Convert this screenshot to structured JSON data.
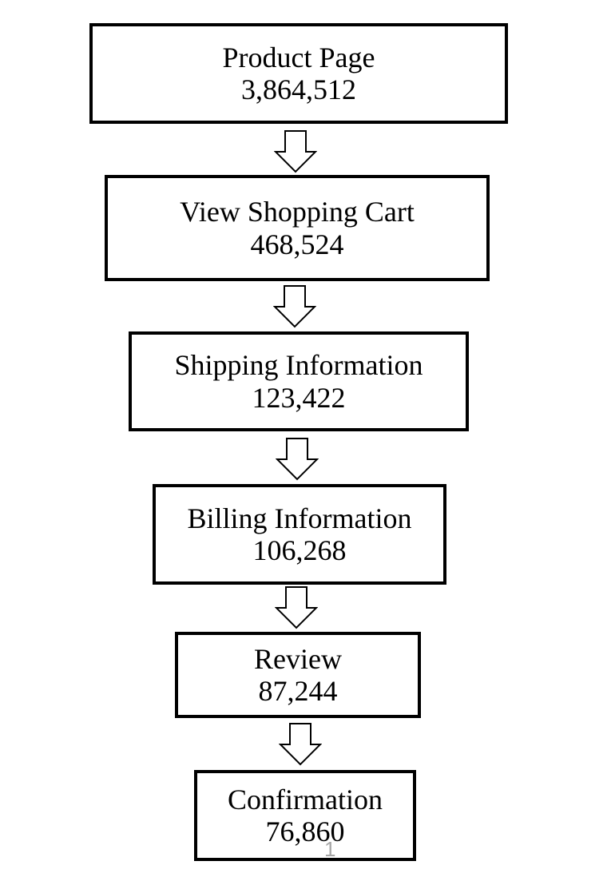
{
  "diagram": {
    "steps": [
      {
        "label": "Product Page",
        "value": "3,864,512"
      },
      {
        "label": "View Shopping Cart",
        "value": "468,524"
      },
      {
        "label": "Shipping Information",
        "value": "123,422"
      },
      {
        "label": "Billing Information",
        "value": "106,268"
      },
      {
        "label": "Review",
        "value": "87,244"
      },
      {
        "label": "Confirmation",
        "value": "76,860"
      }
    ],
    "arrow_icon": "down-arrow-outline-icon",
    "stroke_color": "#000000",
    "page_number": "1",
    "page_number_color": "#a6a6a6"
  }
}
